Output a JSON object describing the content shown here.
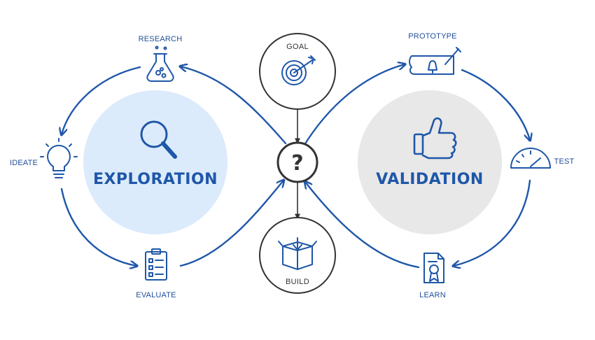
{
  "colors": {
    "accent": "#1f57a8",
    "exploration_fill": "#dcebfb",
    "validation_fill": "#e8e8e8",
    "circle_stroke": "#333333"
  },
  "center": {
    "goal_label": "GOAL",
    "goal_icon": "target-icon",
    "build_label": "BUILD",
    "build_icon": "package-icon",
    "hub_symbol": "?",
    "hub_icon": "question-mark-icon"
  },
  "exploration": {
    "title": "EXPLORATION",
    "icon": "magnifying-glass-icon",
    "steps": [
      {
        "label": "RESEARCH",
        "icon": "flask-icon"
      },
      {
        "label": "IDEATE",
        "icon": "lightbulb-icon"
      },
      {
        "label": "EVALUATE",
        "icon": "checklist-icon"
      }
    ]
  },
  "validation": {
    "title": "VALIDATION",
    "icon": "thumbs-up-icon",
    "steps": [
      {
        "label": "PROTOTYPE",
        "icon": "blueprint-rocket-icon"
      },
      {
        "label": "TEST",
        "icon": "gauge-icon"
      },
      {
        "label": "LEARN",
        "icon": "certificate-icon"
      }
    ]
  }
}
